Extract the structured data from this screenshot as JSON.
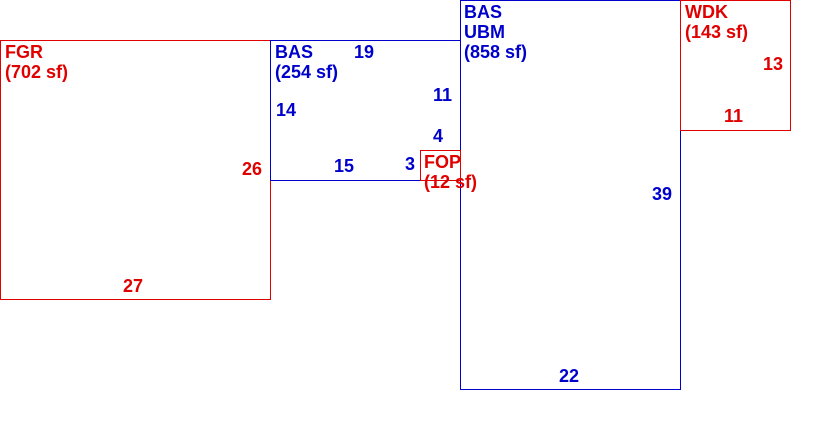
{
  "sketch": {
    "areas": [
      {
        "code": "FGR",
        "area": "(702 sf)",
        "color": "#e00000"
      },
      {
        "code": "BAS",
        "area": "(254 sf)",
        "color": "#0000cc"
      },
      {
        "code": "BAS",
        "code2": "UBM",
        "area": "(858 sf)",
        "color": "#0000cc"
      },
      {
        "code": "FOP",
        "area": "(12 sf)",
        "color": "#e00000"
      },
      {
        "code": "WDK",
        "area": "(143 sf)",
        "color": "#e00000"
      }
    ],
    "dims": {
      "fgr_side": "26",
      "fgr_bottom": "27",
      "bas_top": "19",
      "bas_left": "14",
      "bas_right": "11",
      "bas_bottom": "15",
      "fop_top": "4",
      "fop_left": "3",
      "ubm_right": "39",
      "ubm_bottom": "22",
      "wdk_right": "13",
      "wdk_bottom": "11"
    }
  }
}
